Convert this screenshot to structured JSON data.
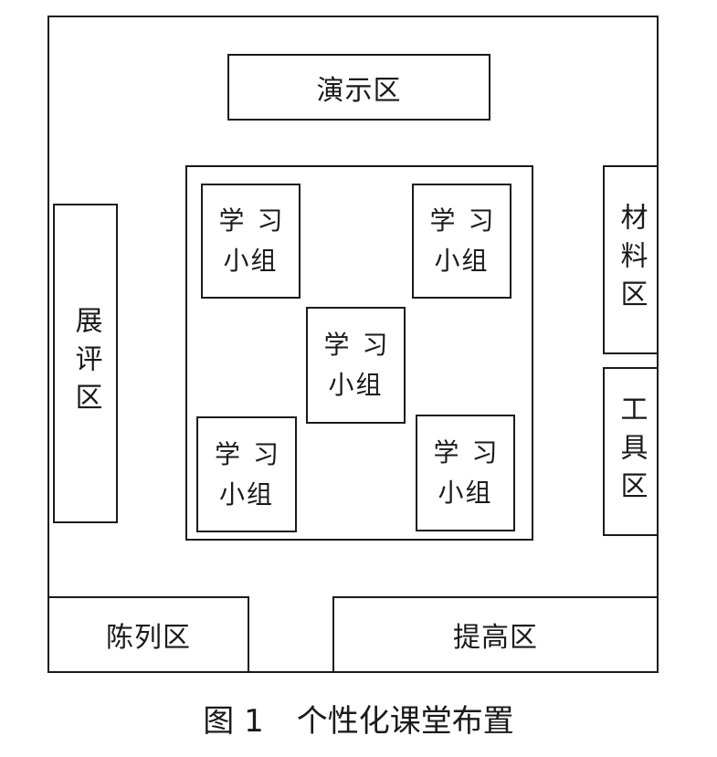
{
  "zones": {
    "demo": "演示区",
    "review": "展评区",
    "materials": "材料区",
    "tools": "工具区",
    "display": "陈列区",
    "advance": "提高区"
  },
  "study_groups": [
    {
      "line1": "学习",
      "line2": "小组"
    },
    {
      "line1": "学习",
      "line2": "小组"
    },
    {
      "line1": "学习",
      "line2": "小组"
    },
    {
      "line1": "学习",
      "line2": "小组"
    },
    {
      "line1": "学习",
      "line2": "小组"
    }
  ],
  "caption": {
    "figure_number": "图 1",
    "title": "个性化课堂布置"
  }
}
